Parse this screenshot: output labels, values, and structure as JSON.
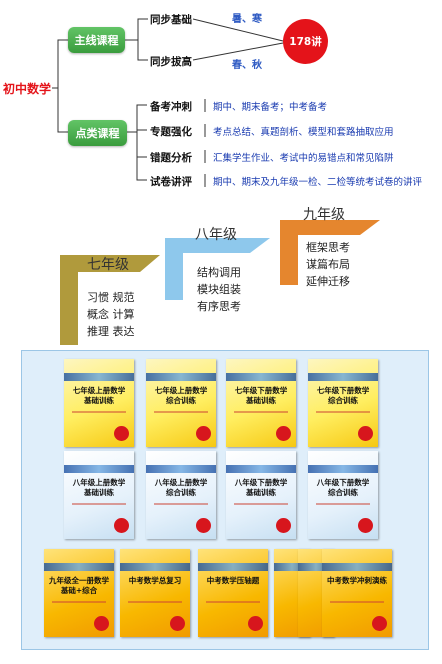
{
  "mindmap": {
    "root": "初中数学",
    "branch_main": {
      "label": "主线课程",
      "items": [
        "同步基础",
        "同步拔高"
      ],
      "seasons": [
        "暑、寒",
        "春、秋"
      ],
      "badge": "178讲"
    },
    "branch_special": {
      "label": "点类课程",
      "items": [
        {
          "name": "备考冲刺",
          "desc": "期中、期末备考；中考备考"
        },
        {
          "name": "专题强化",
          "desc": "考点总结、真题剖析、模型和套路抽取应用"
        },
        {
          "name": "错题分析",
          "desc": "汇集学生作业、考试中的易错点和常见陷阱"
        },
        {
          "name": "试卷讲评",
          "desc": "期中、期末及九年级一检、二检等统考试卷的讲评"
        }
      ]
    }
  },
  "grades": [
    {
      "title": "七年级",
      "color": "#b09a3c",
      "lines": [
        "习惯  规范",
        "概念  计算",
        "推理  表达"
      ]
    },
    {
      "title": "八年级",
      "color": "#8ec8ec",
      "lines": [
        "结构调用",
        "模块组装",
        "有序思考"
      ]
    },
    {
      "title": "九年级",
      "color": "#e5862e",
      "lines": [
        "框架思考",
        "谋篇布局",
        "延伸迁移"
      ]
    }
  ],
  "books": [
    {
      "title": "七年级上册数学\n基础训练",
      "style": "y"
    },
    {
      "title": "七年级上册数学\n综合训练",
      "style": "y"
    },
    {
      "title": "七年级下册数学\n基础训练",
      "style": "y"
    },
    {
      "title": "七年级下册数学\n综合训练",
      "style": "y"
    },
    {
      "title": "八年级上册数学\n基础训练",
      "style": "b"
    },
    {
      "title": "八年级上册数学\n综合训练",
      "style": "b"
    },
    {
      "title": "八年级下册数学\n基础训练",
      "style": "b"
    },
    {
      "title": "八年级下册数学\n综合训练",
      "style": "b"
    },
    {
      "title": "九年级全一册数学\n基础+综合",
      "style": "o"
    },
    {
      "title": "中考数学总复习",
      "style": "o"
    },
    {
      "title": "中考数学压轴题",
      "style": "o"
    },
    {
      "title": "中考数学冲刺演练",
      "style": "o"
    }
  ],
  "colors": {
    "root": "#e4141a",
    "pill": "#4caf50",
    "desc": "#1a3bb0",
    "badge": "#e4131a"
  }
}
